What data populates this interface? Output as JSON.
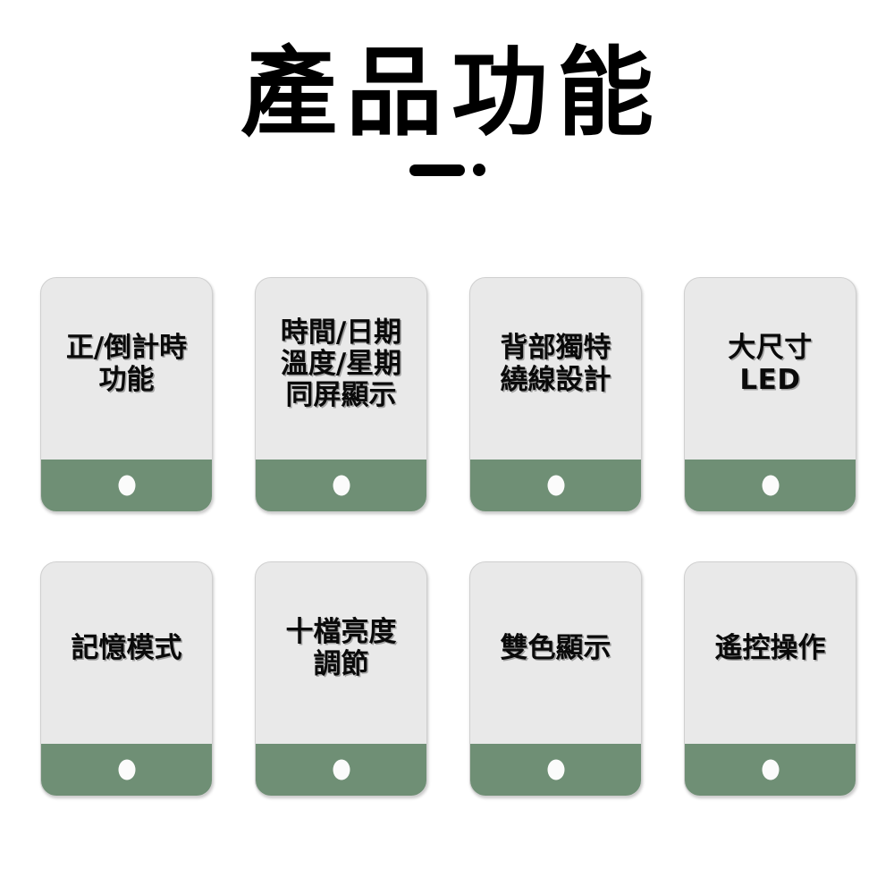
{
  "header": {
    "title": "產品功能",
    "divider": {
      "bar_icon": "divider-bar",
      "dot_icon": "divider-dot"
    }
  },
  "theme": {
    "background": "#ffffff",
    "card_background": "#e9e9e9",
    "card_border": "#cfcfcf",
    "accent_green": "#6f8f75",
    "button_white": "#fbfbfb",
    "text": "#0a0a0a"
  },
  "cards": [
    {
      "id": "forward-countdown-timer",
      "label": "正/倒計時\n功能",
      "button_icon": "card-button-dot"
    },
    {
      "id": "time-date-temp-week",
      "label": "時間/日期\n溫度/星期\n同屏顯示",
      "button_icon": "card-button-dot"
    },
    {
      "id": "rear-cable-winding",
      "label": "背部獨特\n繞線設計",
      "button_icon": "card-button-dot"
    },
    {
      "id": "large-size-led",
      "label": "大尺寸\nLED",
      "button_icon": "card-button-dot"
    },
    {
      "id": "memory-mode",
      "label": "記憶模式",
      "button_icon": "card-button-dot"
    },
    {
      "id": "ten-level-brightness",
      "label": "十檔亮度\n調節",
      "button_icon": "card-button-dot"
    },
    {
      "id": "dual-color-display",
      "label": "雙色顯示",
      "button_icon": "card-button-dot"
    },
    {
      "id": "remote-control",
      "label": "遙控操作",
      "button_icon": "card-button-dot"
    }
  ]
}
